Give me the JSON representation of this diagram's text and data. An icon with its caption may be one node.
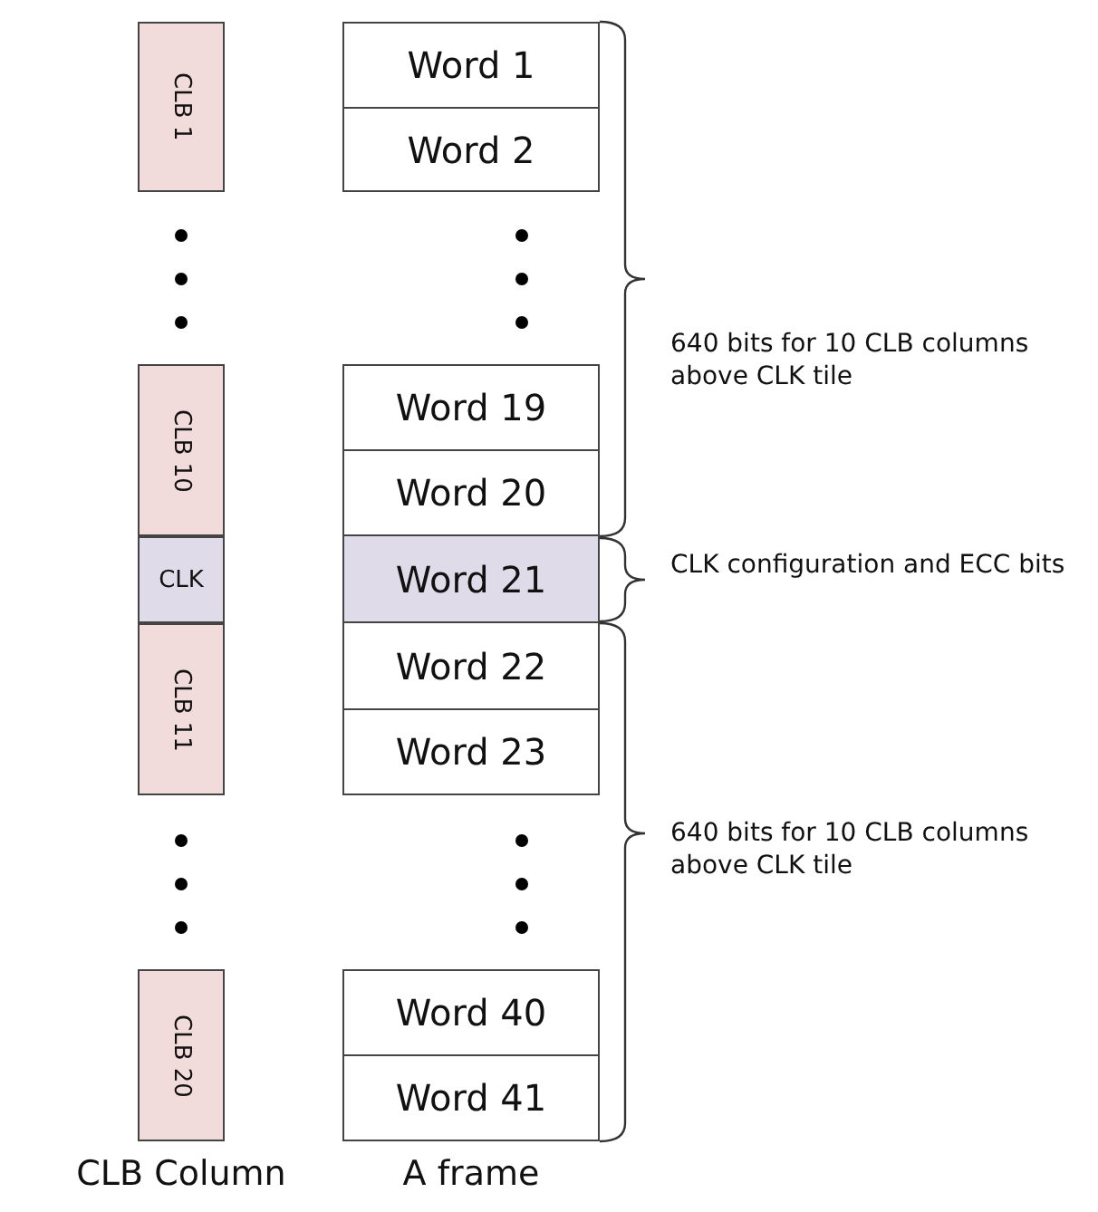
{
  "diagram": {
    "nodes": [
      {
        "text": [
          "CLB 1"
        ]
      },
      {
        "text": [
          "CLB 10"
        ]
      },
      {
        "text": [
          "CLK"
        ]
      },
      {
        "text": [
          "CLB 11"
        ]
      },
      {
        "text": [
          "CLB 20"
        ]
      },
      {
        "text": [
          "Word 1"
        ]
      },
      {
        "text": [
          "Word 2"
        ]
      },
      {
        "text": [
          "Word 19"
        ]
      },
      {
        "text": [
          "Word 20"
        ]
      },
      {
        "text": [
          "Word 21"
        ]
      },
      {
        "text": [
          "Word 22"
        ]
      },
      {
        "text": [
          "Word 23"
        ]
      },
      {
        "text": [
          "Word 40"
        ]
      },
      {
        "text": [
          "Word 41"
        ]
      }
    ],
    "labels": [
      "640 bits for 10 CLB columns above CLK tile",
      "CLK configuration and ECC bits",
      "640 bits for 10 CLB columns above CLK tile",
      "CLB Column",
      "A frame"
    ]
  }
}
